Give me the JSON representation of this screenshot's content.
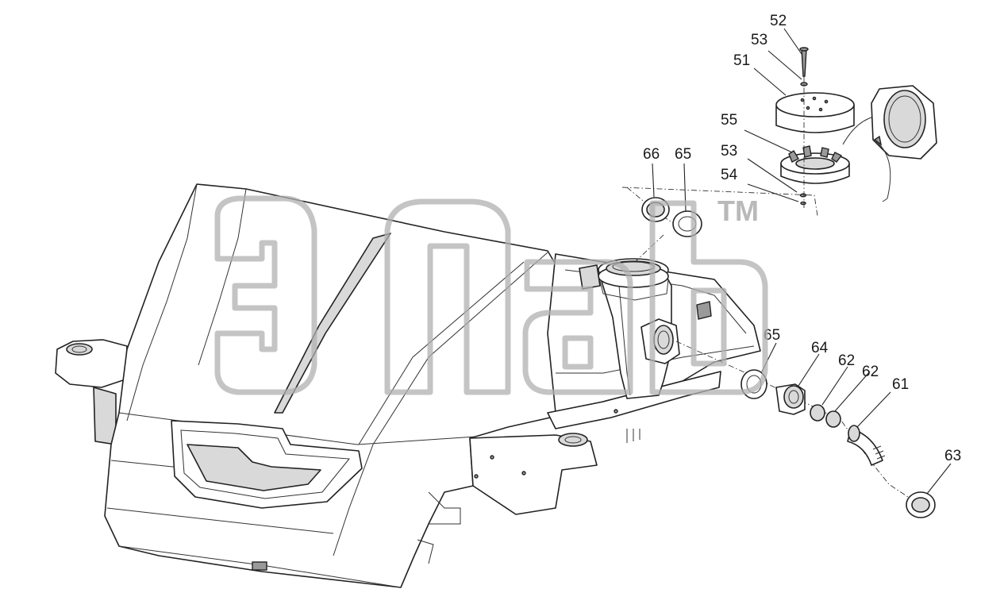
{
  "diagram": {
    "corner_code": "",
    "callouts": [
      {
        "id": "c52",
        "label": "52"
      },
      {
        "id": "c53a",
        "label": "53"
      },
      {
        "id": "c51",
        "label": "51"
      },
      {
        "id": "c55",
        "label": "55"
      },
      {
        "id": "c53b",
        "label": "53"
      },
      {
        "id": "c54",
        "label": "54"
      },
      {
        "id": "c66",
        "label": "66"
      },
      {
        "id": "c65a",
        "label": "65"
      },
      {
        "id": "c65b",
        "label": "65"
      },
      {
        "id": "c64",
        "label": "64"
      },
      {
        "id": "c62a",
        "label": "62"
      },
      {
        "id": "c62b",
        "label": "62"
      },
      {
        "id": "c61",
        "label": "61"
      },
      {
        "id": "c63",
        "label": "63"
      }
    ],
    "watermark": {
      "text": "ЭЛАБ",
      "trademark": "TM",
      "color": "#b0b0b0"
    }
  }
}
